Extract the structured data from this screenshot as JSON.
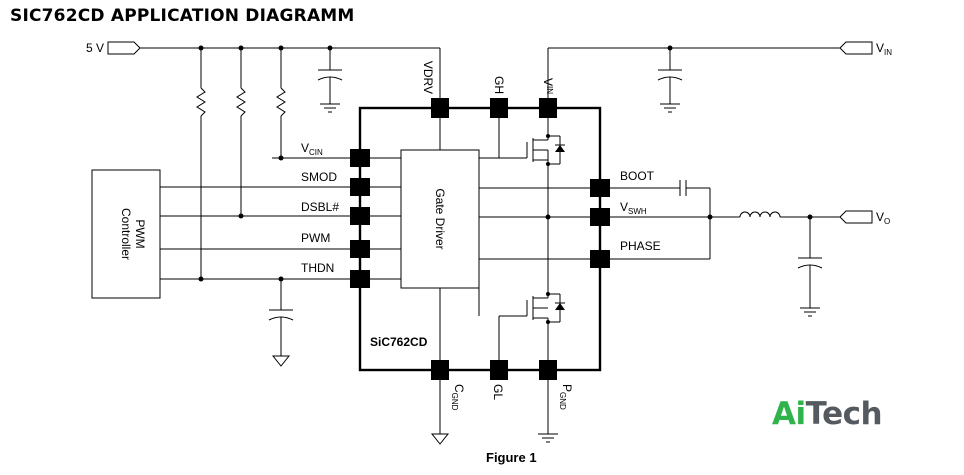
{
  "title": "SIC762CD APPLICATION DIAGRAMM",
  "caption": "Figure 1",
  "logo": {
    "part1": "Ai",
    "part2": "Tech",
    "color_ai": "#2fb34a",
    "color_tech": "#555a60"
  },
  "chip": {
    "name": "SiC762CD",
    "inner_block": "Gate Driver"
  },
  "controller": {
    "line1": "PWM",
    "line2": "Controller"
  },
  "supply": {
    "five_v": "5 V"
  },
  "outputs": {
    "vin_base": "V",
    "vin_sub": "IN",
    "vo_base": "V",
    "vo_sub": "O"
  },
  "pins": {
    "vdrv": "VDRV",
    "gh": "GH",
    "vin_base": "V",
    "vin_sub": "IN",
    "vcin_base": "V",
    "vcin_sub": "CIN",
    "smod": "SMOD",
    "dsbl": "DSBL#",
    "pwm": "PWM",
    "thdn": "THDN",
    "boot": "BOOT",
    "vswh_base": "V",
    "vswh_sub": "SWH",
    "phase": "PHASE",
    "cgnd_base": "C",
    "cgnd_sub": "GND",
    "gl": "GL",
    "pgnd_base": "P",
    "pgnd_sub": "GND"
  }
}
